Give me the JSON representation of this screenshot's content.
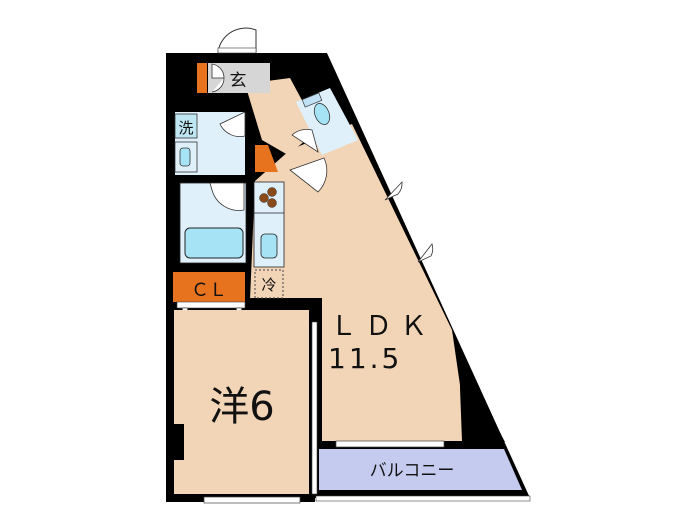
{
  "floorplan": {
    "rooms": {
      "entrance": {
        "label": "玄"
      },
      "washroom": {
        "label": "洗"
      },
      "closet": {
        "label": "ＣＬ"
      },
      "fridge": {
        "label": "冷"
      },
      "ldk": {
        "label": "ＬＤＫ",
        "size": "11.5"
      },
      "western_room": {
        "label": "洋6"
      },
      "balcony": {
        "label": "バルコニー"
      }
    },
    "colors": {
      "wall": "#000000",
      "floor": "#f2d5b7",
      "wet_area": "#dff0fb",
      "fixture": "#a6e3f5",
      "entrance": "#d6d6d6",
      "storage": "#e8731e",
      "balcony": "#c5cbee",
      "stove": "#8a4a1a"
    }
  }
}
